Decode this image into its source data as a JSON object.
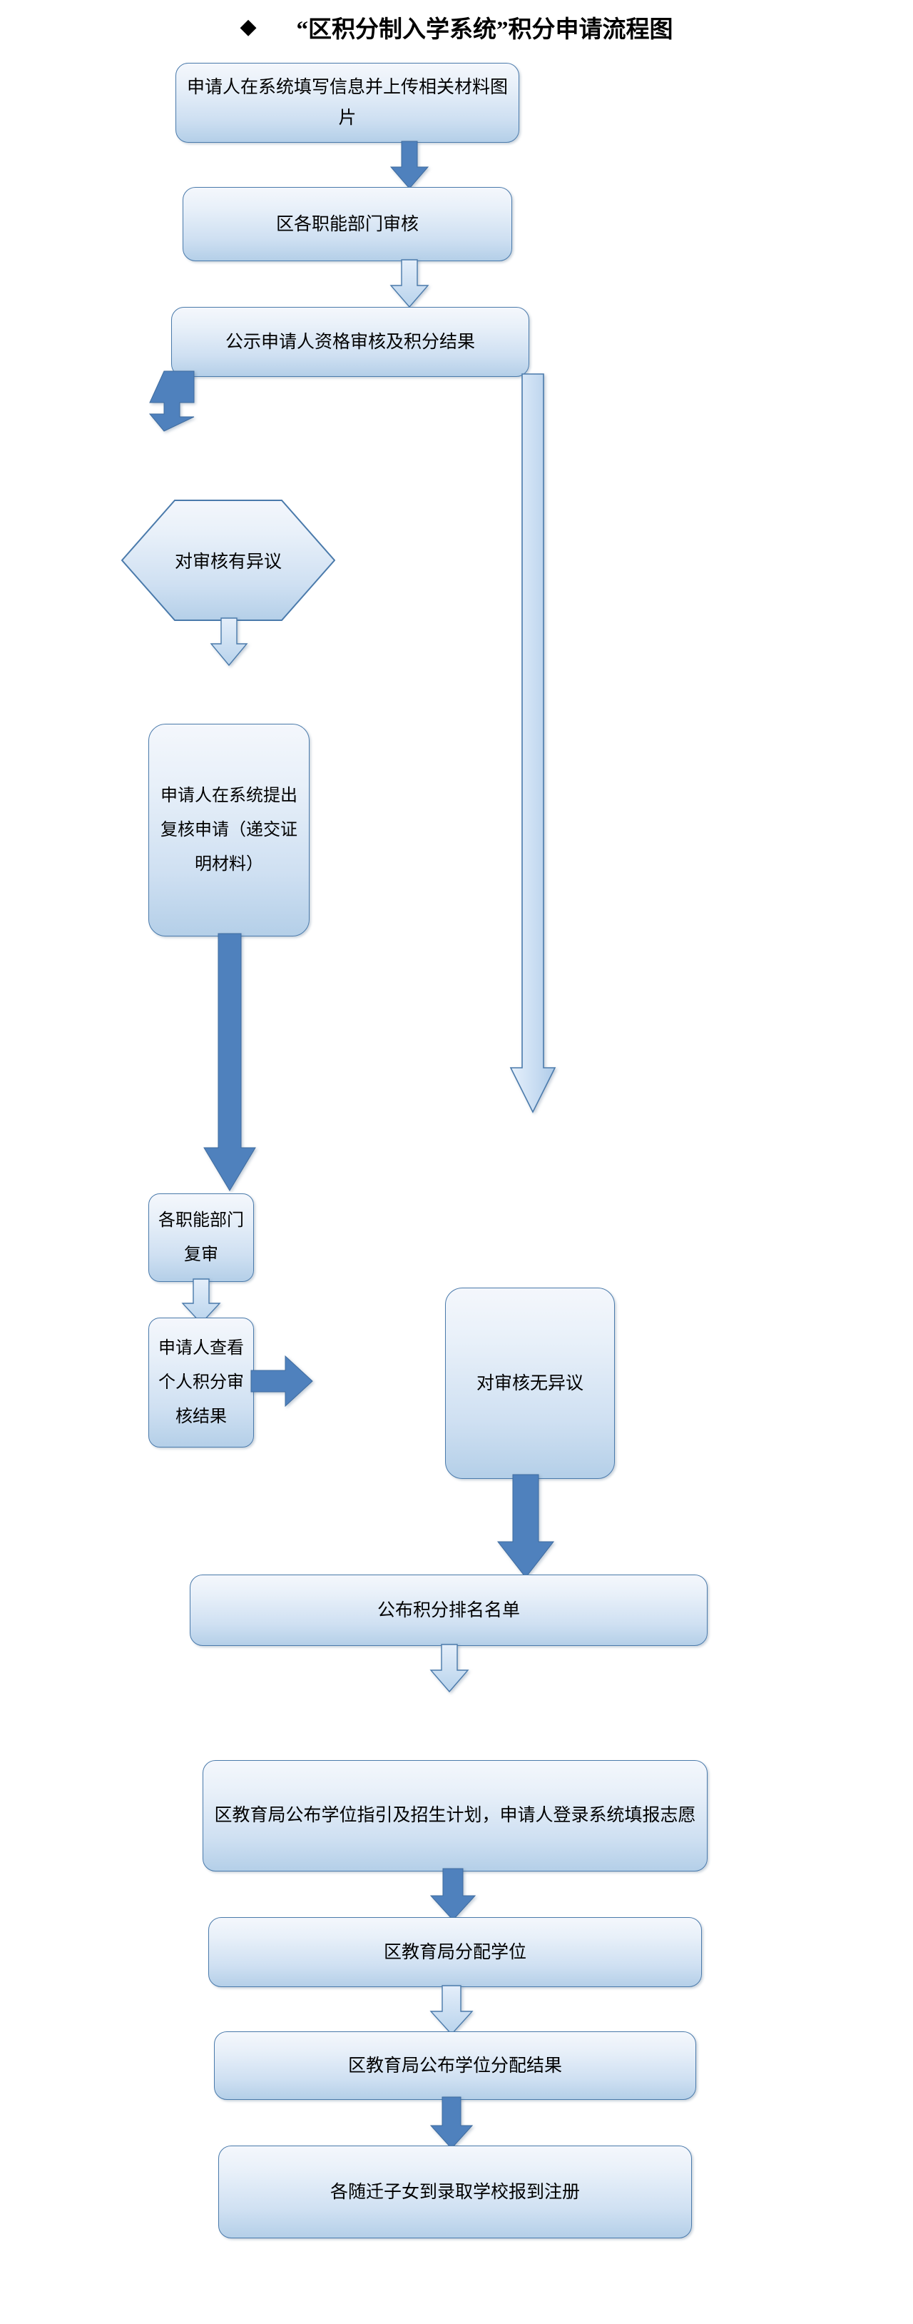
{
  "title": {
    "bullet": "◆",
    "text": "“区积分制入学系统”积分申请流程图"
  },
  "colors": {
    "node_border": "#4a7aab",
    "node_fill_top": "#f4f7fc",
    "node_fill_bottom": "#b4cfe8",
    "arrow_solid": "#4f81bd",
    "arrow_light_top": "#dce9f7",
    "arrow_light_bottom": "#b8d3ec",
    "text": "#000000",
    "background": "#ffffff"
  },
  "nodes": [
    {
      "id": "n1",
      "label": "申请人在系统填写信息并上传相关材料图片",
      "shape": "rounded-rect"
    },
    {
      "id": "n2",
      "label": "区各职能部门审核",
      "shape": "rounded-rect"
    },
    {
      "id": "n3",
      "label": "公示申请人资格审核及积分结果",
      "shape": "rounded-rect"
    },
    {
      "id": "n4",
      "label": "对审核有异议",
      "shape": "hexagon"
    },
    {
      "id": "n5",
      "label": "申请人在系统提出复核申请（递交证明材料）",
      "shape": "rounded-rect"
    },
    {
      "id": "n6",
      "label": "各职能部门复审",
      "shape": "rounded-rect"
    },
    {
      "id": "n7",
      "label": "申请人查看个人积分审核结果",
      "shape": "rounded-rect"
    },
    {
      "id": "n8",
      "label": "对审核无异议",
      "shape": "rounded-rect"
    },
    {
      "id": "n9",
      "label": "公布积分排名名单",
      "shape": "rounded-rect"
    },
    {
      "id": "n10",
      "label": "区教育局公布学位指引及招生计划，申请人登录系统填报志愿",
      "shape": "rounded-rect"
    },
    {
      "id": "n11",
      "label": "区教育局分配学位",
      "shape": "rounded-rect"
    },
    {
      "id": "n12",
      "label": "区教育局公布学位分配结果",
      "shape": "rounded-rect"
    },
    {
      "id": "n13",
      "label": "各随迁子女到录取学校报到注册",
      "shape": "rounded-rect"
    }
  ],
  "connectors": [
    {
      "id": "c1",
      "from": "n1",
      "to": "n2",
      "style": "solid",
      "direction": "down"
    },
    {
      "id": "c2",
      "from": "n2",
      "to": "n3",
      "style": "light",
      "direction": "down"
    },
    {
      "id": "c3",
      "from": "n3",
      "to": "n4",
      "style": "solid",
      "direction": "down-left-bent"
    },
    {
      "id": "c4",
      "from": "n4",
      "to": "n5",
      "style": "light",
      "direction": "down"
    },
    {
      "id": "c5",
      "from": "n5",
      "to": "n6",
      "style": "solid",
      "direction": "down-long"
    },
    {
      "id": "c6",
      "from": "n3",
      "to": "n8",
      "style": "light",
      "direction": "down-long"
    },
    {
      "id": "c7",
      "from": "n6",
      "to": "n7",
      "style": "light",
      "direction": "down"
    },
    {
      "id": "c8",
      "from": "n7",
      "to": "n8",
      "style": "solid",
      "direction": "right"
    },
    {
      "id": "c9",
      "from": "n8",
      "to": "n9",
      "style": "solid",
      "direction": "down"
    },
    {
      "id": "c10",
      "from": "n9",
      "to": "n10",
      "style": "light",
      "direction": "down"
    },
    {
      "id": "c11",
      "from": "n10",
      "to": "n11",
      "style": "solid",
      "direction": "down"
    },
    {
      "id": "c12",
      "from": "n11",
      "to": "n12",
      "style": "light",
      "direction": "down"
    },
    {
      "id": "c13",
      "from": "n12",
      "to": "n13",
      "style": "solid",
      "direction": "down"
    }
  ]
}
